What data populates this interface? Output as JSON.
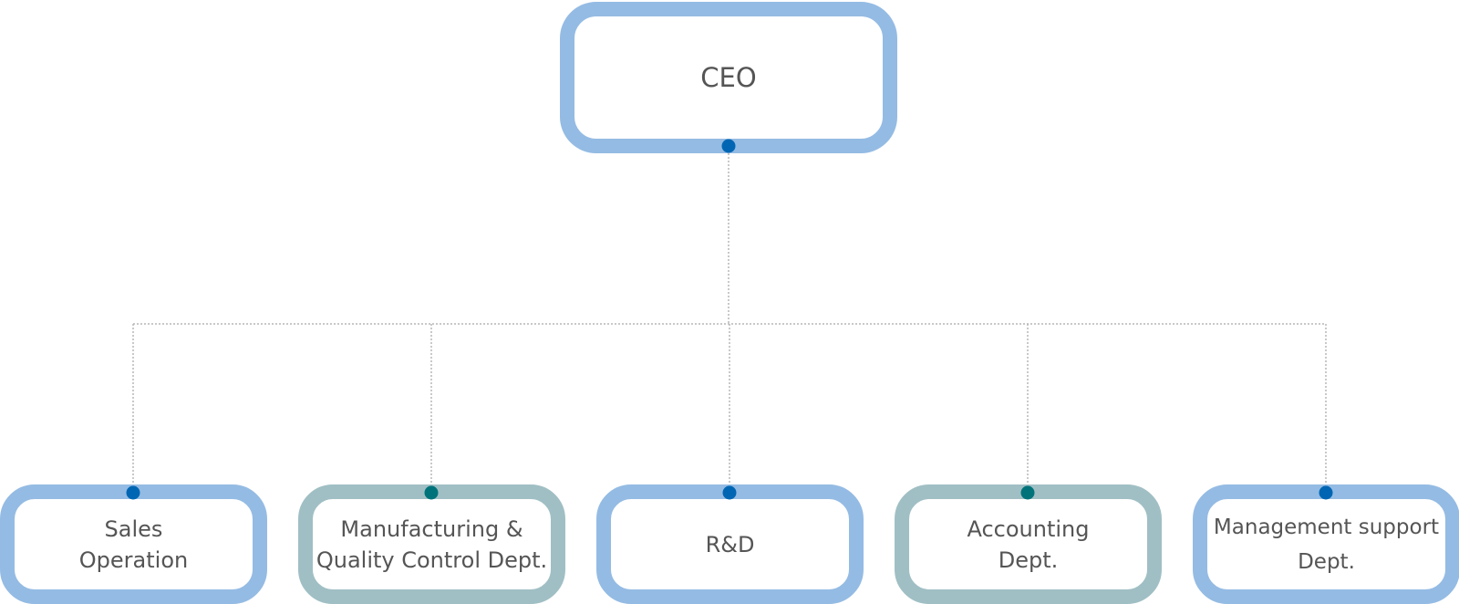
{
  "chart": {
    "root": {
      "label": "CEO"
    },
    "departments": [
      {
        "label": "Sales\nOperation",
        "theme": "blue"
      },
      {
        "label": "Manufacturing &\nQuality Control Dept.",
        "theme": "teal"
      },
      {
        "label": "R&D",
        "theme": "blue"
      },
      {
        "label": "Accounting\nDept.",
        "theme": "teal"
      },
      {
        "label": "Management support\nDept.",
        "theme": "blue"
      }
    ]
  },
  "colors": {
    "blue_border": "#94bbe3",
    "teal_border": "#a0bfc4",
    "blue_dot": "#0066b3",
    "teal_dot": "#00737a",
    "connector": "#b7b7b7",
    "text": "#555555"
  }
}
